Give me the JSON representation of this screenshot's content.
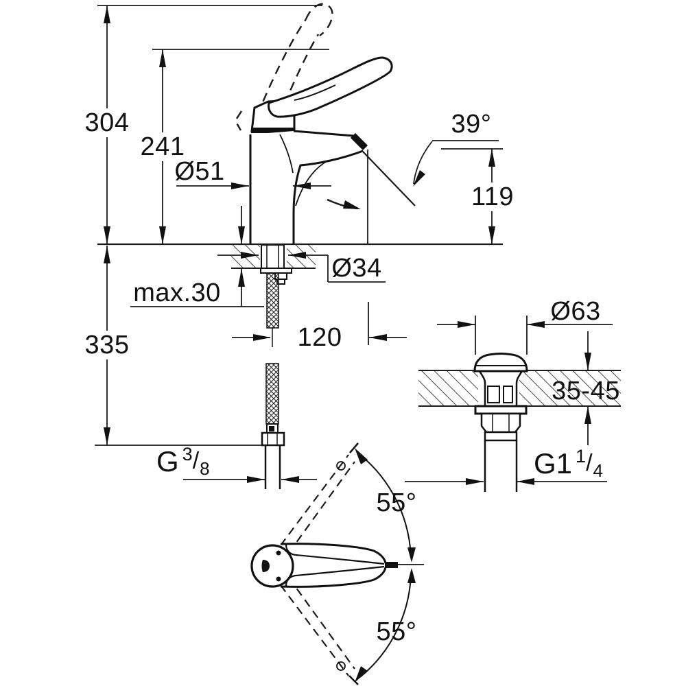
{
  "drawing": {
    "type": "faucet-installation-dimension-drawing",
    "views": [
      "side-view-with-supply-hose",
      "waste-drain-detail",
      "handle-top-view-swivel"
    ],
    "line_color": "#1a1a1a",
    "background_color": "#ffffff"
  },
  "labels": {
    "total_height": "304",
    "lever_height": "241",
    "body_diameter": "Ø51",
    "spout_angle": "39°",
    "spout_height": "119",
    "mounting_hole_diameter": "Ø34",
    "max_deck_thickness": "max.30",
    "supply_hose_length": "335",
    "spout_projection": "120",
    "waste_flange_diameter": "Ø63",
    "waste_deck_thickness": "35-45",
    "handle_swivel_upper": "55°",
    "handle_swivel_lower": "55°"
  },
  "threads": {
    "supply": {
      "prefix": "G",
      "num": "3",
      "den": "8"
    },
    "waste": {
      "prefix": "G1",
      "num": "1",
      "den": "4"
    }
  }
}
